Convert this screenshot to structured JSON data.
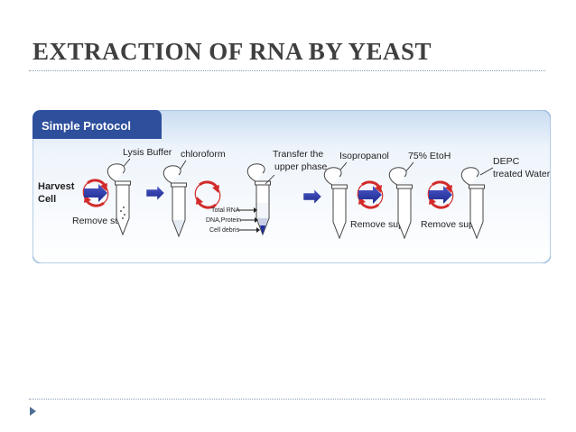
{
  "slide": {
    "title": "EXTRACTION OF RNA BY YEAST"
  },
  "protocol": {
    "header": "Simple Protocol",
    "start_label_line1": "Harvest",
    "start_label_line2": "Cell",
    "steps": {
      "lysis_buffer": "Lysis Buffer",
      "chloroform": "chloroform",
      "transfer_line1": "Transfer the",
      "transfer_line2": "upper phase",
      "isopropanol": "Isopropanol",
      "etoh": "75% EtoH",
      "depc_line1": "DEPC",
      "depc_line2": "treated Water"
    },
    "remove_sup_1": "Remove sup",
    "remove_sup_2": "Remove sup",
    "remove_sup_3": "Remove sup",
    "phases": {
      "total_rna": "Total RNA",
      "dna_protein": "DNA,Protein",
      "cell_debris": "Cell debris"
    },
    "colors": {
      "header_blue": "#2e4f9c",
      "panel_blue": "#dbe8f6",
      "arrow_blue": "#2a37a8",
      "cycle_red": "#d32a2a",
      "phase_blue": "#1f2f9c"
    }
  }
}
